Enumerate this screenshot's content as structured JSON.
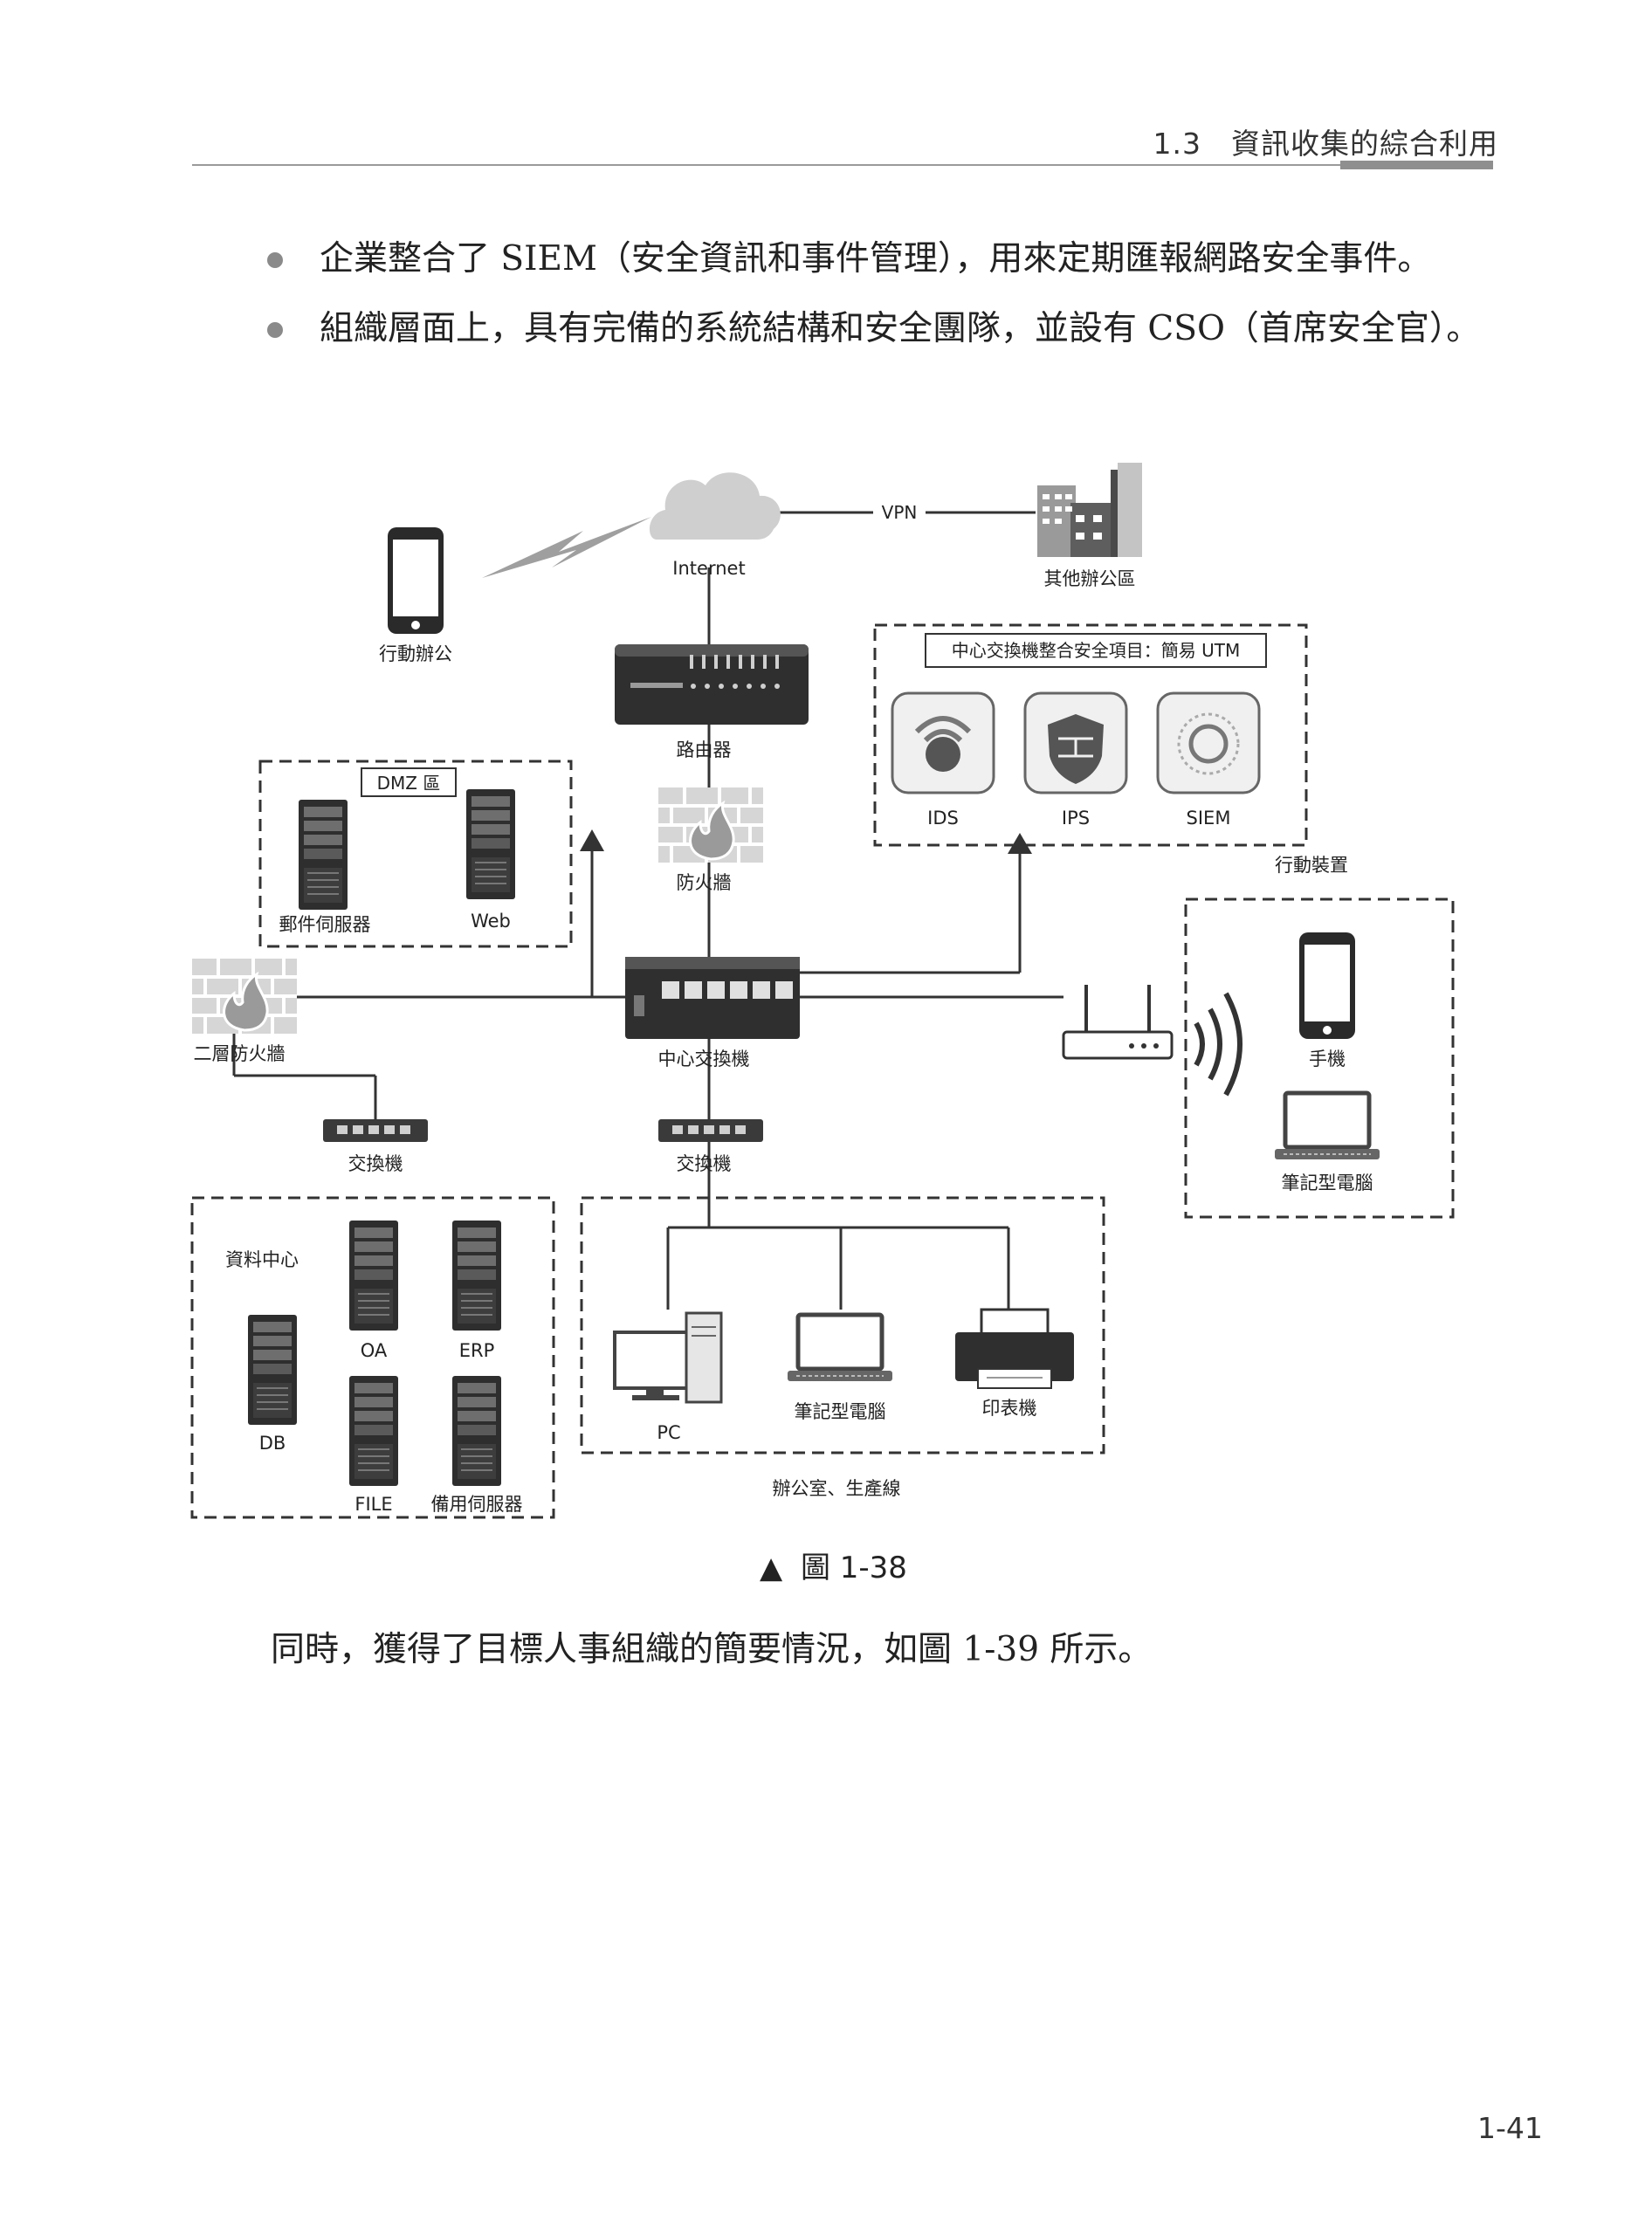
{
  "header": {
    "section": "1.3　資訊收集的綜合利用"
  },
  "bullets": [
    "企業整合了 SIEM（安全資訊和事件管理），用來定期匯報網路安全事件。",
    "組織層面上，具有完備的系統結構和安全團隊，並設有 CSO（首席安全官）。"
  ],
  "diagram": {
    "internet": "Internet",
    "vpn": "VPN",
    "other_office": "其他辦公區",
    "mobile_office": "行動辦公",
    "router": "路由器",
    "firewall": "防火牆",
    "utm_title": "中心交換機整合安全項目：簡易 UTM",
    "ids": "IDS",
    "ips": "IPS",
    "siem": "SIEM",
    "mobile_devices": "行動裝置",
    "phone": "手機",
    "laptop_mobile": "筆記型電腦",
    "dmz_title": "DMZ 區",
    "mail_server": "郵件伺服器",
    "web": "Web",
    "l2_firewall": "二層防火牆",
    "core_switch": "中心交換機",
    "switch_left": "交換機",
    "switch_mid": "交換機",
    "datacenter": "資料中心",
    "oa": "OA",
    "erp": "ERP",
    "db": "DB",
    "file": "FILE",
    "backup_server": "備用伺服器",
    "pc": "PC",
    "laptop_office": "筆記型電腦",
    "printer": "印表機",
    "office_line": "辦公室、生產線"
  },
  "caption": {
    "symbol": "▲",
    "text": "圖 1-38"
  },
  "paragraph": "同時，獲得了目標人事組織的簡要情況，如圖 1-39 所示。",
  "page_number": "1-41"
}
